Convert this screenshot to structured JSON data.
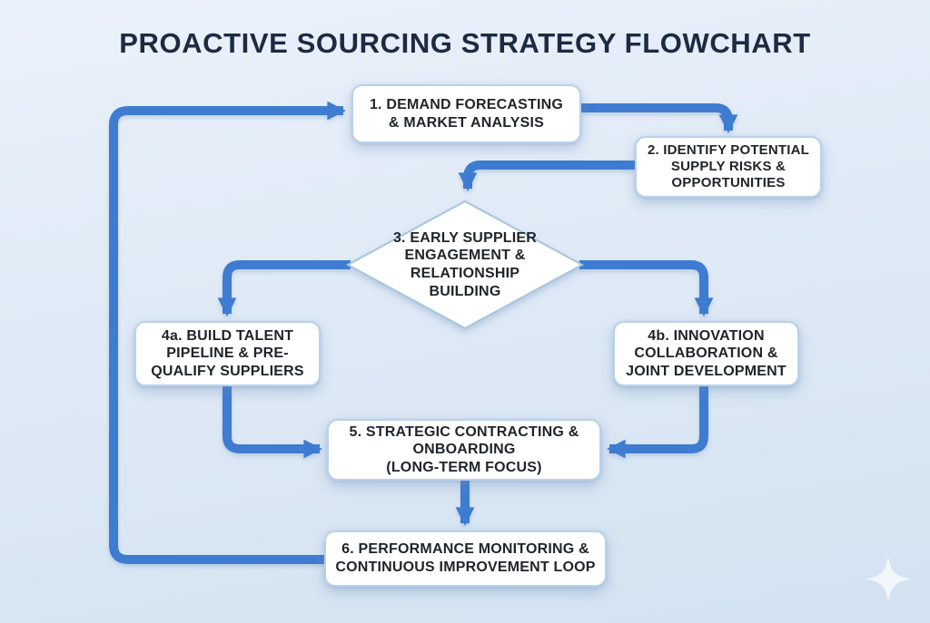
{
  "title": "PROACTIVE SOURCING STRATEGY FLOWCHART",
  "colors": {
    "background_top": "#eaf1fa",
    "background_bottom": "#d3e2f1",
    "arrow": "#3d7cd1",
    "node_fill": "#ffffff",
    "node_border": "#b7d2ec",
    "node_text": "#1f242b",
    "title_text": "#1d2a42",
    "sparkle": "#ffffff"
  },
  "nodes": {
    "n1": {
      "id": "1",
      "shape": "rect",
      "label": "1. DEMAND FORECASTING\n& MARKET ANALYSIS"
    },
    "n2": {
      "id": "2",
      "shape": "rect",
      "label": "2. IDENTIFY POTENTIAL\nSUPPLY RISKS &\nOPPORTUNITIES"
    },
    "n3": {
      "id": "3",
      "shape": "diamond",
      "label": "3. EARLY SUPPLIER\nENGAGEMENT &\nRELATIONSHIP\nBUILDING"
    },
    "n4a": {
      "id": "4a",
      "shape": "rect",
      "label": "4a. BUILD TALENT\nPIPELINE & PRE-\nQUALIFY SUPPLIERS"
    },
    "n4b": {
      "id": "4b",
      "shape": "rect",
      "label": "4b. INNOVATION\nCOLLABORATION &\nJOINT DEVELOPMENT"
    },
    "n5": {
      "id": "5",
      "shape": "rect",
      "label": "5. STRATEGIC CONTRACTING &\nONBOARDING\n(LONG-TERM FOCUS)"
    },
    "n6": {
      "id": "6",
      "shape": "rect",
      "label": "6. PERFORMANCE MONITORING &\nCONTINUOUS IMPROVEMENT LOOP"
    }
  },
  "edges": [
    {
      "from": "1",
      "to": "2"
    },
    {
      "from": "2",
      "to": "3"
    },
    {
      "from": "3",
      "to": "4a"
    },
    {
      "from": "3",
      "to": "4b"
    },
    {
      "from": "4a",
      "to": "5"
    },
    {
      "from": "4b",
      "to": "5"
    },
    {
      "from": "5",
      "to": "6"
    },
    {
      "from": "6",
      "to": "1"
    }
  ]
}
